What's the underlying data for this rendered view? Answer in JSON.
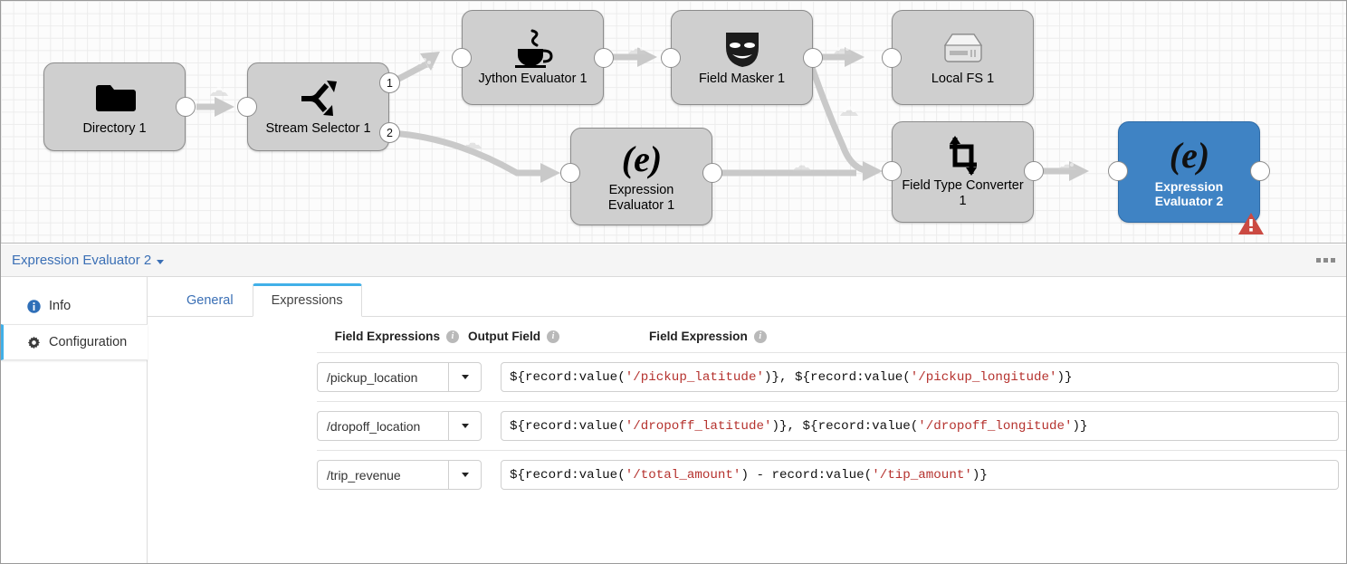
{
  "canvas": {
    "nodes": [
      {
        "id": "directory-1",
        "label": "Directory 1",
        "icon": "folder-icon",
        "selected": false
      },
      {
        "id": "stream-selector-1",
        "label": "Stream Selector 1",
        "icon": "stream-selector-icon",
        "selected": false,
        "output_ports": [
          "1",
          "2"
        ]
      },
      {
        "id": "jython-evaluator-1",
        "label": "Jython Evaluator 1",
        "icon": "coffee-cup-icon",
        "selected": false
      },
      {
        "id": "field-masker-1",
        "label": "Field Masker 1",
        "icon": "theater-mask-icon",
        "selected": false
      },
      {
        "id": "local-fs-1",
        "label": "Local FS 1",
        "icon": "hard-drive-icon",
        "selected": false
      },
      {
        "id": "expression-evaluator-1",
        "label": "Expression\nEvaluator 1",
        "icon": "expression-e-icon",
        "selected": false
      },
      {
        "id": "field-type-converter-1",
        "label": "Field Type Converter\n1",
        "icon": "crop-icon",
        "selected": false
      },
      {
        "id": "expression-evaluator-2",
        "label": "Expression\nEvaluator 2",
        "icon": "expression-e-icon",
        "selected": true,
        "badge": "warning-triangle-icon"
      }
    ],
    "colors": {
      "node_fill": "#cfcfcf",
      "node_selected_fill": "#3f83c4",
      "warning": "#cb4a42"
    }
  },
  "panel": {
    "title": "Expression Evaluator 2",
    "menu_icon": "ellipsis-icon",
    "side_nav": [
      {
        "label": "Info",
        "icon": "info-icon",
        "active": false
      },
      {
        "label": "Configuration",
        "icon": "gear-icon",
        "active": true
      }
    ],
    "tabs": [
      {
        "label": "General",
        "active": false
      },
      {
        "label": "Expressions",
        "active": true
      }
    ],
    "form": {
      "section_label": "Field Expressions",
      "col_output_field": "Output Field",
      "col_field_expression": "Field Expression",
      "info_icon": "info-circle-icon",
      "rows": [
        {
          "output_field": "/pickup_location",
          "expression": "${record:value('/pickup_latitude')}, ${record:value('/pickup_longitude')}",
          "expression_parts": [
            {
              "t": "${record:value(",
              "s": false
            },
            {
              "t": "'/pickup_latitude'",
              "s": true
            },
            {
              "t": ")}, ${record:value(",
              "s": false
            },
            {
              "t": "'/pickup_longitude'",
              "s": true
            },
            {
              "t": ")}",
              "s": false
            }
          ]
        },
        {
          "output_field": "/dropoff_location",
          "expression": "${record:value('/dropoff_latitude')}, ${record:value('/dropoff_longitude')}",
          "expression_parts": [
            {
              "t": "${record:value(",
              "s": false
            },
            {
              "t": "'/dropoff_latitude'",
              "s": true
            },
            {
              "t": ")}, ${record:value(",
              "s": false
            },
            {
              "t": "'/dropoff_longitude'",
              "s": true
            },
            {
              "t": ")}",
              "s": false
            }
          ]
        },
        {
          "output_field": "/trip_revenue",
          "expression": "${record:value('/total_amount') - record:value('/tip_amount')}",
          "expression_parts": [
            {
              "t": "${record:value(",
              "s": false
            },
            {
              "t": "'/total_amount'",
              "s": true
            },
            {
              "t": ") - record:value(",
              "s": false
            },
            {
              "t": "'/tip_amount'",
              "s": true
            },
            {
              "t": ")}",
              "s": false
            }
          ]
        }
      ]
    },
    "colors": {
      "link": "#3a6fb5",
      "accent": "#41b0e8"
    }
  }
}
